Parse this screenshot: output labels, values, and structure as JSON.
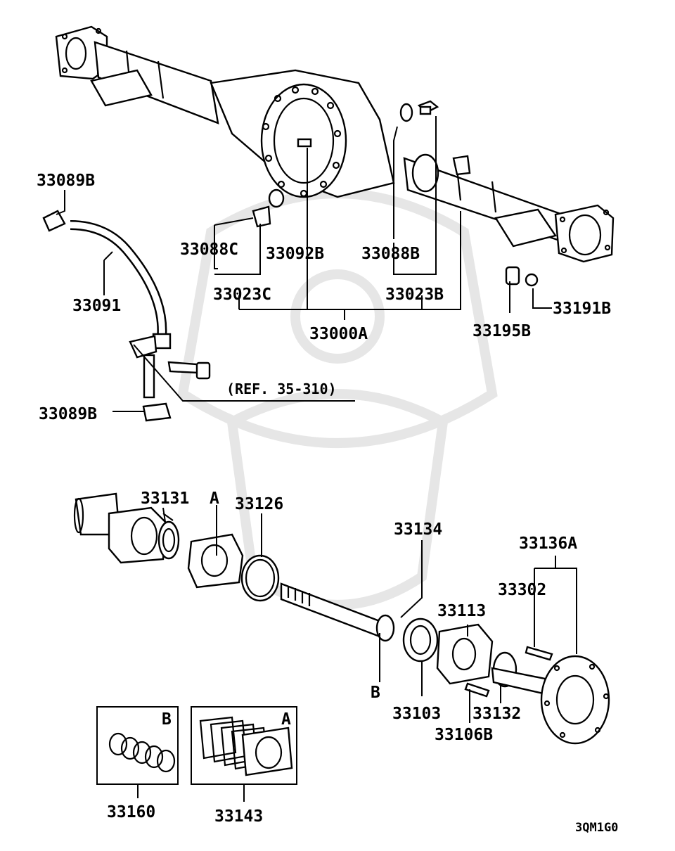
{
  "diagram_code": "3QM1G0",
  "ref_note": "(REF. 35-310)",
  "parts": {
    "p33089B_top": "33089B",
    "p33089B_bot": "33089B",
    "p33091": "33091",
    "p33088C": "33088C",
    "p33092B": "33092B",
    "p33088B": "33088B",
    "p33023C": "33023C",
    "p33023B": "33023B",
    "p33000A": "33000A",
    "p33195B": "33195B",
    "p33191B": "33191B",
    "p33131": "33131",
    "p33126": "33126",
    "p33134": "33134",
    "p33136A": "33136A",
    "p33302": "33302",
    "p33113": "33113",
    "p33103": "33103",
    "p33132": "33132",
    "p33106B": "33106B",
    "p33160": "33160",
    "p33143": "33143"
  },
  "markers": {
    "A_top": "A",
    "B_bottom": "B",
    "B_box": "B",
    "A_box": "A"
  }
}
